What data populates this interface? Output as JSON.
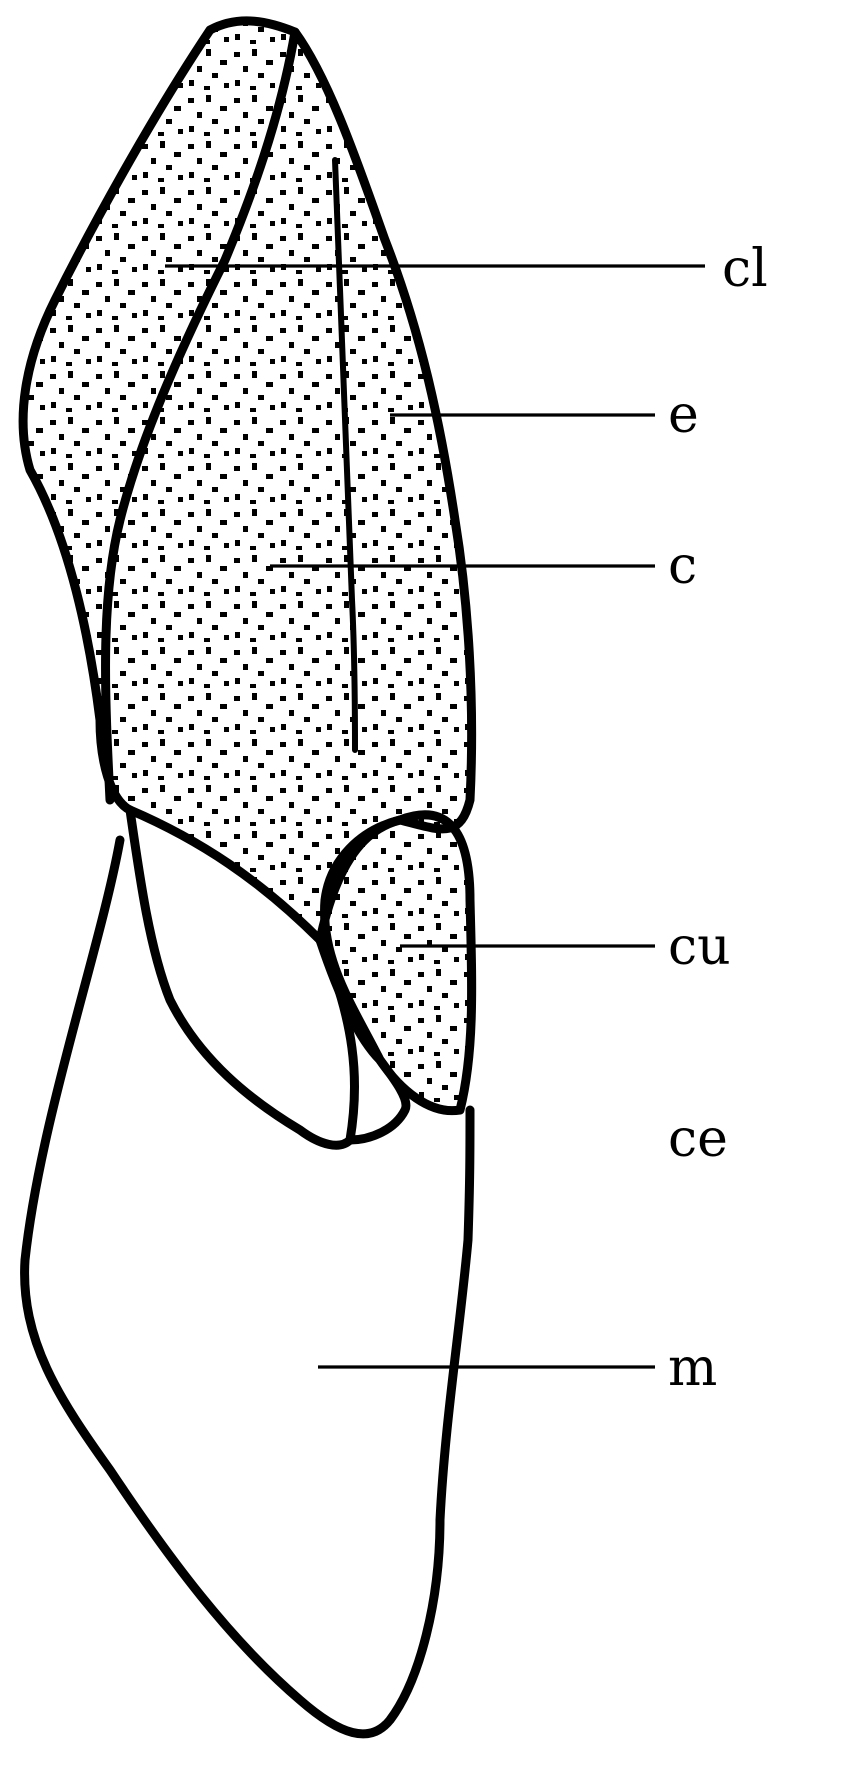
{
  "figure": {
    "labels": [
      {
        "id": "cl",
        "text": "cl"
      },
      {
        "id": "e",
        "text": "e"
      },
      {
        "id": "c",
        "text": "c"
      },
      {
        "id": "cu",
        "text": "cu"
      },
      {
        "id": "ce",
        "text": "ce"
      },
      {
        "id": "m",
        "text": "m"
      }
    ],
    "colors": {
      "ink": "#000000",
      "background": "#ffffff"
    }
  }
}
